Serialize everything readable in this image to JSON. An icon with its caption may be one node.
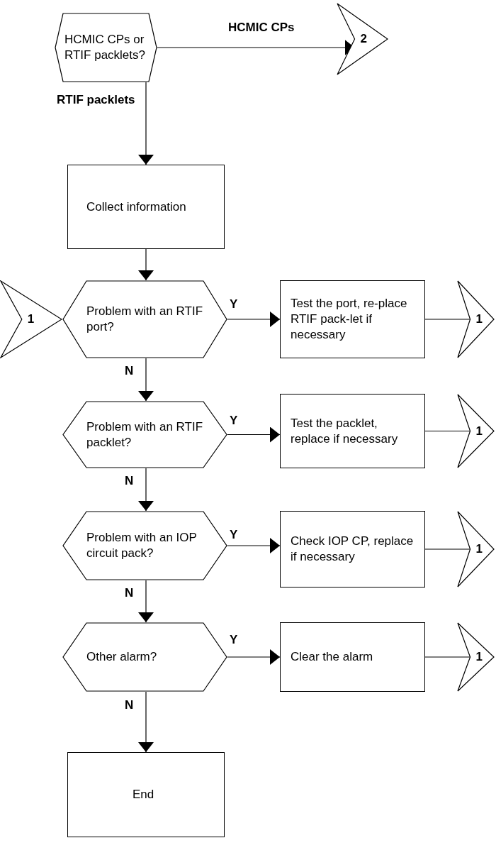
{
  "diagram": {
    "nodes": [
      {
        "text": [
          "HCMIC CPs or RTIF packlets?"
        ]
      },
      {
        "text": [
          "2"
        ]
      },
      {
        "text": [
          "Collect information"
        ]
      },
      {
        "text": [
          "1"
        ]
      },
      {
        "text": [
          "Problem with an RTIF port?"
        ]
      },
      {
        "text": [
          "Test the port, re-place RTIF pack-let if necessary"
        ]
      },
      {
        "text": [
          "1"
        ]
      },
      {
        "text": [
          "Problem with an RTIF packlet?"
        ]
      },
      {
        "text": [
          "Test the packlet, replace if necessary"
        ]
      },
      {
        "text": [
          "1"
        ]
      },
      {
        "text": [
          "Problem with an IOP circuit pack?"
        ]
      },
      {
        "text": [
          "Check IOP CP, replace if necessary"
        ]
      },
      {
        "text": [
          "1"
        ]
      },
      {
        "text": [
          "Other alarm?"
        ]
      },
      {
        "text": [
          "Clear the alarm"
        ]
      },
      {
        "text": [
          "1"
        ]
      },
      {
        "text": [
          "End"
        ]
      }
    ],
    "edges": [
      {
        "from": 0,
        "to": 1,
        "arrow": "to",
        "label": "HCMIC CPs"
      },
      {
        "from": 0,
        "to": 2,
        "arrow": "to",
        "label": "RTIF packlets"
      },
      {
        "from": 2,
        "to": 4,
        "arrow": "to"
      },
      {
        "from": 4,
        "to": 5,
        "arrow": "to",
        "label": "Y"
      },
      {
        "from": 5,
        "to": 6,
        "arrow": "none"
      },
      {
        "from": 4,
        "to": 7,
        "arrow": "to",
        "label": "N"
      },
      {
        "from": 7,
        "to": 8,
        "arrow": "to",
        "label": "Y"
      },
      {
        "from": 8,
        "to": 9,
        "arrow": "none"
      },
      {
        "from": 7,
        "to": 10,
        "arrow": "to",
        "label": "N"
      },
      {
        "from": 10,
        "to": 11,
        "arrow": "to",
        "label": "Y"
      },
      {
        "from": 11,
        "to": 12,
        "arrow": "none"
      },
      {
        "from": 10,
        "to": 13,
        "arrow": "to",
        "label": "N"
      },
      {
        "from": 13,
        "to": 14,
        "arrow": "to",
        "label": "Y"
      },
      {
        "from": 14,
        "to": 15,
        "arrow": "none"
      },
      {
        "from": 13,
        "to": 16,
        "arrow": "to",
        "label": "N"
      }
    ]
  }
}
